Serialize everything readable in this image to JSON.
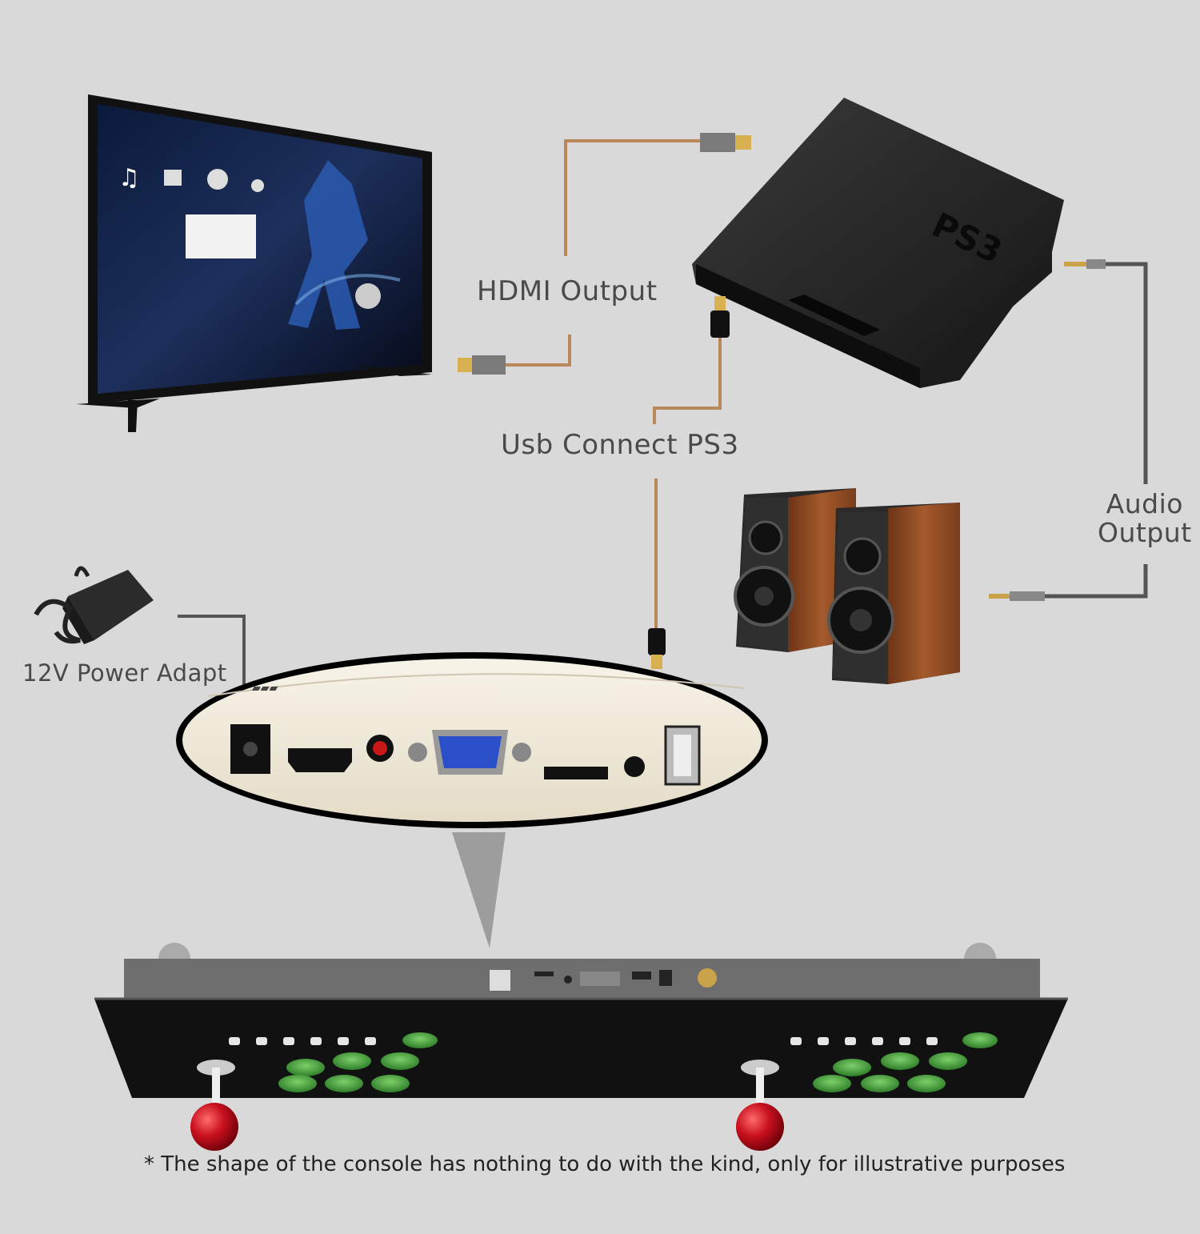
{
  "labels": {
    "hdmi_output": "HDMI Output",
    "usb_connect": "Usb Connect PS3",
    "audio_line1": "Audio",
    "audio_line2": "Output",
    "power_adapter": "12V Power Adapt",
    "console_mark": "PS3"
  },
  "footnote": "* The shape of the console has nothing to do with the kind, only for illustrative purposes",
  "colors": {
    "background": "#d9d9d9",
    "cable_hdmi": "#b8875a",
    "cable_audio": "#555555",
    "panel_top": "#6e6e6e",
    "panel_face": "#111111",
    "button_green": "#3f9a3a",
    "stick_red": "#c8101e",
    "box_cream": "#efe9da",
    "speaker_wood": "#8a4a22"
  },
  "icons": [
    "tv-icon",
    "ps3-console-icon",
    "speakers-icon",
    "power-adapter-icon",
    "hdmi-plug-icon",
    "usb-plug-icon",
    "audio-jack-icon",
    "arcade-panel-icon"
  ]
}
